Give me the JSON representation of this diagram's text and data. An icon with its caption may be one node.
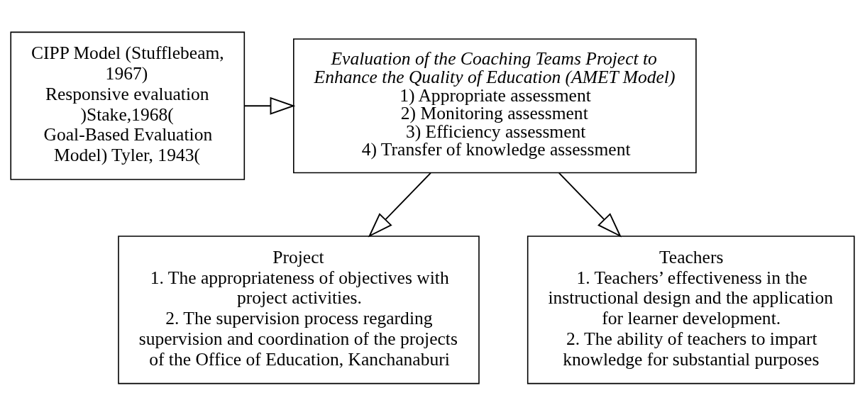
{
  "diagram": {
    "nodes": [
      {
        "text": [
          "CIPP Model (Stufflebeam, 1967)",
          "Responsive evaluation )Stake,1968(",
          "Goal-Based Evaluation Model) Tyler, 1943("
        ]
      },
      {
        "text": [
          "Evaluation of the Coaching Teams Project to Enhance the Quality of Education (AMET Model)",
          "1) Appropriate assessment",
          "2) Monitoring assessment",
          "3) Efficiency assessment",
          "4) Transfer of knowledge assessment"
        ]
      },
      {
        "text": [
          "Project",
          "1. The appropriateness of objectives with project activities.",
          "2. The supervision process regarding supervision and coordination of the projects of the Office of Education, Kanchanaburi"
        ]
      },
      {
        "text": [
          "Teachers",
          "1. Teachers’ effectiveness in the instructional design and the application for learner development.",
          "2. The ability of teachers to impart knowledge for substantial purposes"
        ]
      }
    ],
    "edges": [
      {
        "from": 0,
        "to": 1,
        "arrow": "to"
      },
      {
        "from": 1,
        "to": 2,
        "arrow": "to"
      },
      {
        "from": 1,
        "to": 3,
        "arrow": "to"
      }
    ]
  }
}
